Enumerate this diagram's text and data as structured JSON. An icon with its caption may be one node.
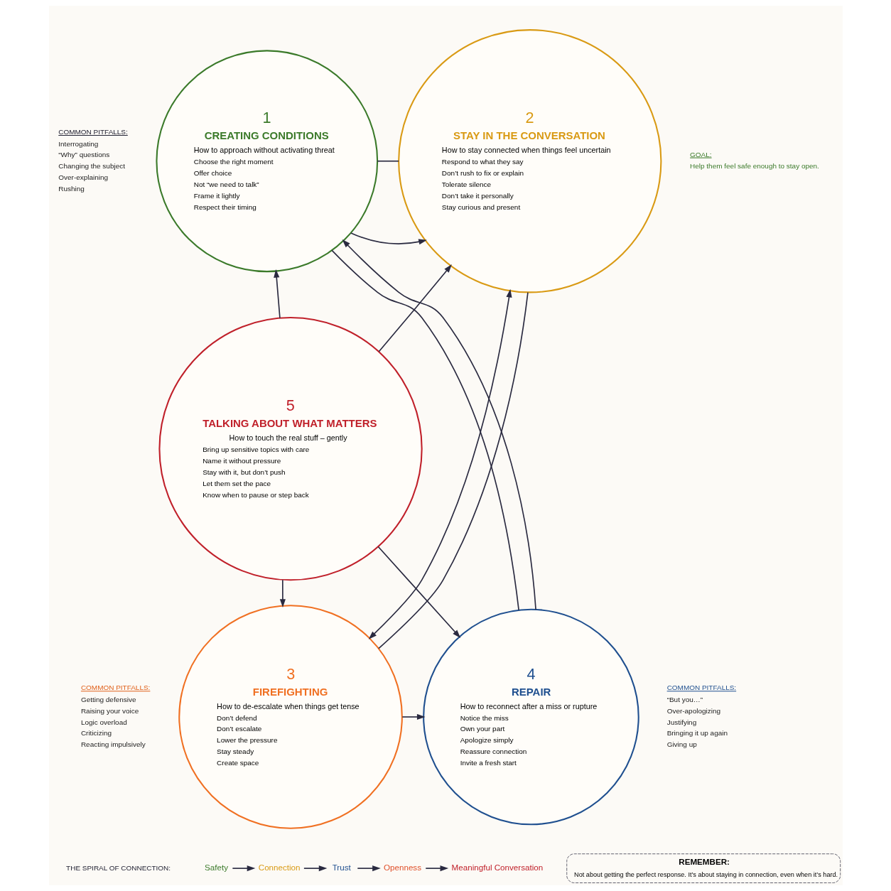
{
  "diagram": {
    "nodes": [
      {
        "text": [
          "1",
          "CREATING CONDITIONS",
          "How to approach without activating threat",
          "Choose the right moment",
          "Offer choice",
          "Not “we need to talk”",
          "Frame it lightly",
          "Respect their timing"
        ]
      },
      {
        "text": [
          "2",
          "STAY IN THE CONVERSATION",
          "How to stay connected when things feel uncertain",
          "Respond to what they say",
          "Don’t rush to fix or explain",
          "Tolerate silence",
          "Don’t take it personally",
          "Stay curious and present"
        ]
      },
      {
        "text": [
          "3",
          "FIREFIGHTING",
          "How to de-escalate when things get tense",
          "Don’t defend",
          "Don’t escalate",
          "Lower the pressure",
          "Stay steady",
          "Create space"
        ]
      },
      {
        "text": [
          "4",
          "REPAIR",
          "How to reconnect after a miss or rupture",
          "Notice the miss",
          "Own your part",
          "Apologize simply",
          "Reassure connection",
          "Invite a fresh start"
        ]
      },
      {
        "text": [
          "5",
          "TALKING ABOUT WHAT MATTERS",
          "How to touch the real stuff – gently",
          "Bring up sensitive topics with care",
          "Name it without pressure",
          "Stay with it, but don’t push",
          "Let them set the pace",
          "Know when to pause or step back"
        ]
      },
      {
        "text": [
          "Safety"
        ]
      },
      {
        "text": [
          "Connection"
        ]
      },
      {
        "text": [
          "Trust"
        ]
      },
      {
        "text": [
          "Openness"
        ]
      },
      {
        "text": [
          "Meaningful Conversation"
        ]
      },
      {
        "text": [
          "REMEMBER:",
          "Not about getting the perfect response. It’s about staying in connection, even when it’s hard."
        ]
      }
    ],
    "edges": [
      {
        "from": 0,
        "to": 1,
        "arrow": "to"
      },
      {
        "from": 1,
        "to": 0,
        "arrow": "none"
      },
      {
        "from": 4,
        "to": 1,
        "arrow": "to"
      },
      {
        "from": 4,
        "to": 0,
        "arrow": "to"
      },
      {
        "from": 1,
        "to": 2,
        "arrow": "both"
      },
      {
        "from": 1,
        "to": 2,
        "arrow": "none"
      },
      {
        "from": 3,
        "to": 0,
        "arrow": "to"
      },
      {
        "from": 0,
        "to": 3,
        "arrow": "none"
      },
      {
        "from": 4,
        "to": 2,
        "arrow": "to"
      },
      {
        "from": 4,
        "to": 3,
        "arrow": "to"
      },
      {
        "from": 2,
        "to": 3,
        "arrow": "to"
      },
      {
        "from": 5,
        "to": 6,
        "arrow": "to"
      },
      {
        "from": 6,
        "to": 7,
        "arrow": "to"
      },
      {
        "from": 7,
        "to": 8,
        "arrow": "to"
      },
      {
        "from": 8,
        "to": 9,
        "arrow": "to"
      }
    ],
    "labels": [
      "COMMON PITFALLS:",
      "Interrogating",
      "“Why” questions",
      "Changing the subject",
      "Over-explaining",
      "Rushing",
      "GOAL:",
      "Help them feel safe enough to stay open.",
      "COMMON PITFALLS:",
      "Getting defensive",
      "Raising your voice",
      "Logic overload",
      "Criticizing",
      "Reacting impulsively",
      "COMMON PITFALLS:",
      "“But you…”",
      "Over-apologizing",
      "Justifying",
      "Bringing it up again",
      "Giving up",
      "THE SPIRAL OF CONNECTION:"
    ]
  }
}
